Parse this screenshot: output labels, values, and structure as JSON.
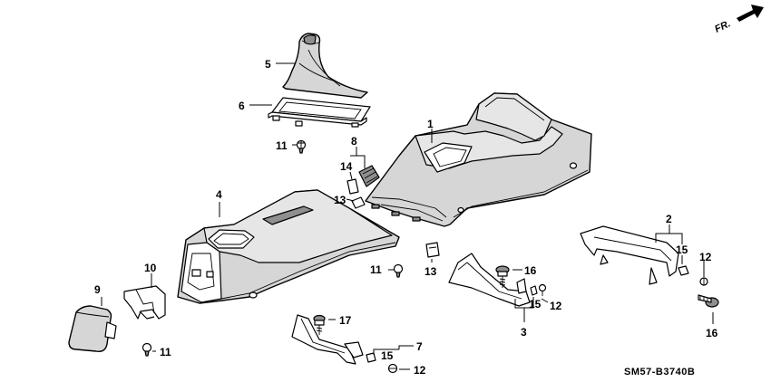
{
  "diagram_code": "SM57-B3740B",
  "direction_label": "FR.",
  "callouts": [
    "1",
    "2",
    "3",
    "4",
    "5",
    "6",
    "7",
    "8",
    "9",
    "10",
    "11",
    "11",
    "11",
    "12",
    "12",
    "12",
    "13",
    "13",
    "14",
    "15",
    "15",
    "15",
    "16",
    "16",
    "17"
  ],
  "colors": {
    "line": "#000000",
    "fill": "#d6d6d6",
    "dark": "#8f8f8f",
    "background": "#ffffff"
  }
}
